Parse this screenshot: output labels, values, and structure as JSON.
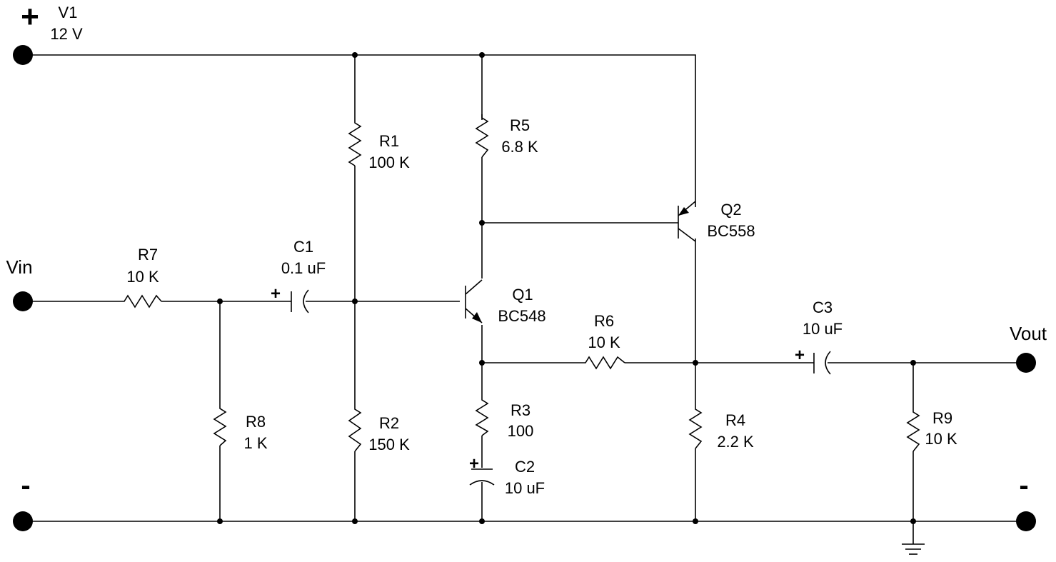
{
  "supply": {
    "name": "V1",
    "value": "12 V",
    "plus_sign": "+",
    "minus_left": "-",
    "minus_right": "-"
  },
  "ports": {
    "input": "Vin",
    "output": "Vout"
  },
  "components": {
    "R1": {
      "name": "R1",
      "value": "100 K"
    },
    "R2": {
      "name": "R2",
      "value": "150 K"
    },
    "R3": {
      "name": "R3",
      "value": "100"
    },
    "R4": {
      "name": "R4",
      "value": "2.2 K"
    },
    "R5": {
      "name": "R5",
      "value": "6.8 K"
    },
    "R6": {
      "name": "R6",
      "value": "10 K"
    },
    "R7": {
      "name": "R7",
      "value": "10 K"
    },
    "R8": {
      "name": "R8",
      "value": "1 K"
    },
    "R9": {
      "name": "R9",
      "value": "10 K"
    },
    "C1": {
      "name": "C1",
      "value": "0.1 uF",
      "polarity": "+"
    },
    "C2": {
      "name": "C2",
      "value": "10 uF",
      "polarity": "+"
    },
    "C3": {
      "name": "C3",
      "value": "10 uF",
      "polarity": "+"
    },
    "Q1": {
      "name": "Q1",
      "value": "BC548"
    },
    "Q2": {
      "name": "Q2",
      "value": "BC558"
    }
  }
}
